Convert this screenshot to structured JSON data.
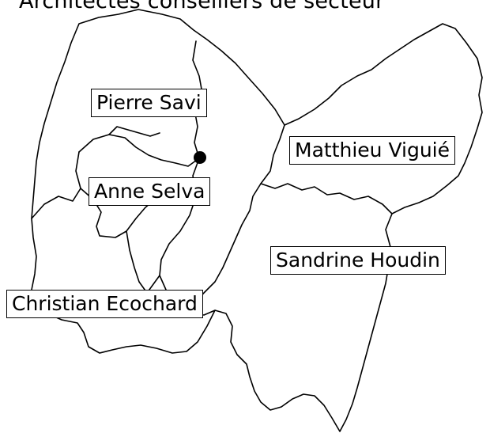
{
  "map": {
    "title": "Architectes conseillers de secteur",
    "marker": {
      "name": "location-marker-icon",
      "color": "#000000"
    },
    "sectors": [
      {
        "id": "pierre-savi",
        "label": "Pierre Savi"
      },
      {
        "id": "matthieu-viguie",
        "label": "Matthieu Viguié"
      },
      {
        "id": "anne-selva",
        "label": "Anne Selva"
      },
      {
        "id": "sandrine-houdin",
        "label": "Sandrine Houdin"
      },
      {
        "id": "christian-ecochard",
        "label": "Christian Ecochard"
      }
    ],
    "colors": {
      "outline": "#000000",
      "background": "#ffffff"
    }
  }
}
